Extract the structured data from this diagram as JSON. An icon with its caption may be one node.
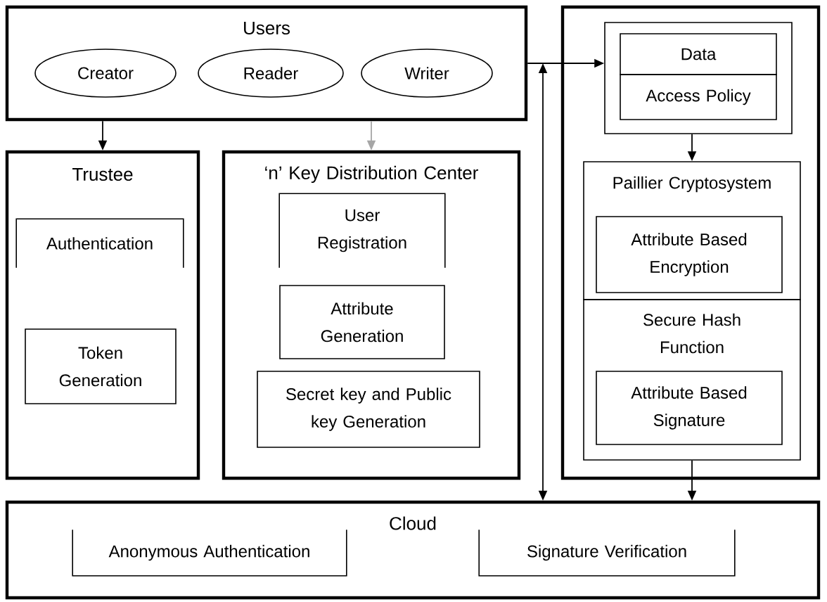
{
  "diagram": {
    "nodes": [
      {
        "text": [
          "Users"
        ]
      },
      {
        "text": [
          "Creator"
        ],
        "in": 0
      },
      {
        "text": [
          "Reader"
        ],
        "in": 0
      },
      {
        "text": [
          "Writer"
        ],
        "in": 0
      },
      {
        "text": [
          "Trustee"
        ]
      },
      {
        "text": [
          "Authentication"
        ],
        "in": 4
      },
      {
        "text": [
          "Token Generation"
        ],
        "in": 4
      },
      {
        "text": [
          "‘n’ Key Distribution Center"
        ]
      },
      {
        "text": [
          "User Registration"
        ],
        "in": 7
      },
      {
        "text": [
          "Attribute Generation"
        ],
        "in": 7
      },
      {
        "text": [
          "Secret key and Public key Generation"
        ],
        "in": 7
      },
      {
        "text": [],
        "shape": "box"
      },
      {
        "text": [],
        "shape": "box",
        "in": 11
      },
      {
        "text": [
          "Data"
        ],
        "in": 12
      },
      {
        "text": [
          "Access Policy"
        ],
        "in": 12
      },
      {
        "text": [
          "Paillier Cryptosystem"
        ],
        "in": 11
      },
      {
        "text": [
          "Attribute Based Encryption"
        ],
        "in": 15
      },
      {
        "text": [
          "Secure Hash Function"
        ],
        "in": 11
      },
      {
        "text": [
          "Attribute Based Signature"
        ],
        "in": 17
      },
      {
        "text": [
          "Cloud"
        ]
      },
      {
        "text": [
          "Anonymous Authentication"
        ],
        "in": 19
      },
      {
        "text": [
          "Signature Verification"
        ],
        "in": 19
      }
    ],
    "edges": [
      {
        "from": 0,
        "to": 4,
        "arrow": "to"
      },
      {
        "from": 0,
        "to": 7,
        "arrow": "to",
        "color": "#a6a6a6"
      },
      {
        "from": 0,
        "to": 12,
        "arrow": "to"
      },
      {
        "from": 0,
        "to": 19,
        "arrow": "both"
      },
      {
        "from": 12,
        "to": 15,
        "arrow": "to"
      },
      {
        "from": 17,
        "to": 19,
        "arrow": "to"
      }
    ]
  }
}
